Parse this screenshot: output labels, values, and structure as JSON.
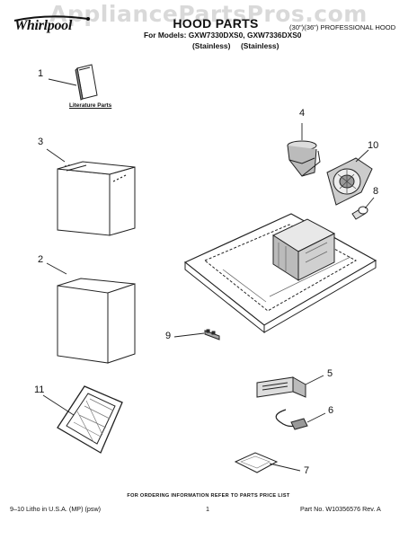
{
  "watermark": "AppliancePartsPros.com",
  "brand": {
    "name": "Whirlpool"
  },
  "header": {
    "title": "HOOD PARTS",
    "models": "For Models: GXW7330DXS0, GXW7336DXS0",
    "variant_1": "(Stainless)",
    "variant_2": "(Stainless)",
    "product_type": "(30\")(36\") PROFESSIONAL HOOD"
  },
  "callouts": [
    "1",
    "2",
    "3",
    "4",
    "5",
    "6",
    "7",
    "8",
    "9",
    "10",
    "11"
  ],
  "literature_label": "Literature Parts",
  "footer": {
    "note": "FOR ORDERING INFORMATION REFER TO PARTS PRICE LIST",
    "left": "9–10 Litho in U.S.A. (MP) (psw)",
    "page": "1",
    "right": "Part No. W10356576 Rev. A"
  }
}
